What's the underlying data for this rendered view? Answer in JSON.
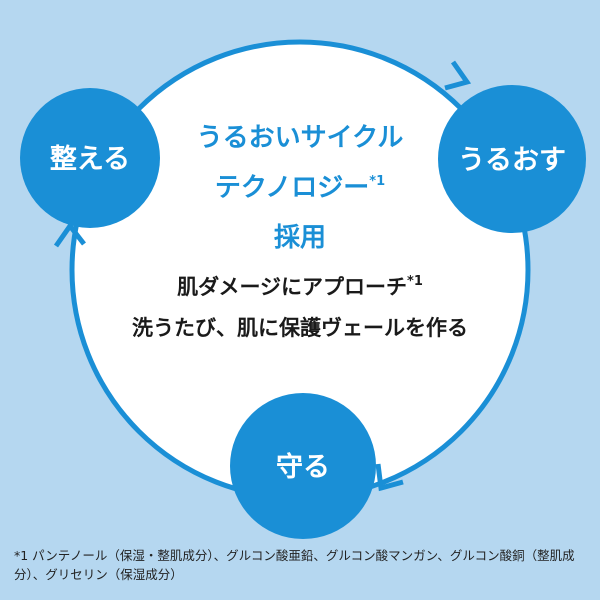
{
  "colors": {
    "background": "#b5d7f0",
    "accent": "#1a8fd6",
    "circle_fill": "#ffffff",
    "text_dark": "#1a1a1a"
  },
  "nodes": {
    "left": "整える",
    "right": "うるおす",
    "bottom": "守る"
  },
  "center": {
    "line1": "うるおいサイクル",
    "line2": "テクノロジー",
    "line2_sup": "*1",
    "line3": "採用",
    "line4": "肌ダメージにアプローチ",
    "line4_sup": "*1",
    "line5": "洗うたび、肌に保護ヴェールを作る"
  },
  "footnote": "*1 パンテノール（保湿・整肌成分）、グルコン酸亜鉛、グルコン酸マンガン、グルコン酸銅（整肌成分）、グリセリン（保湿成分）"
}
